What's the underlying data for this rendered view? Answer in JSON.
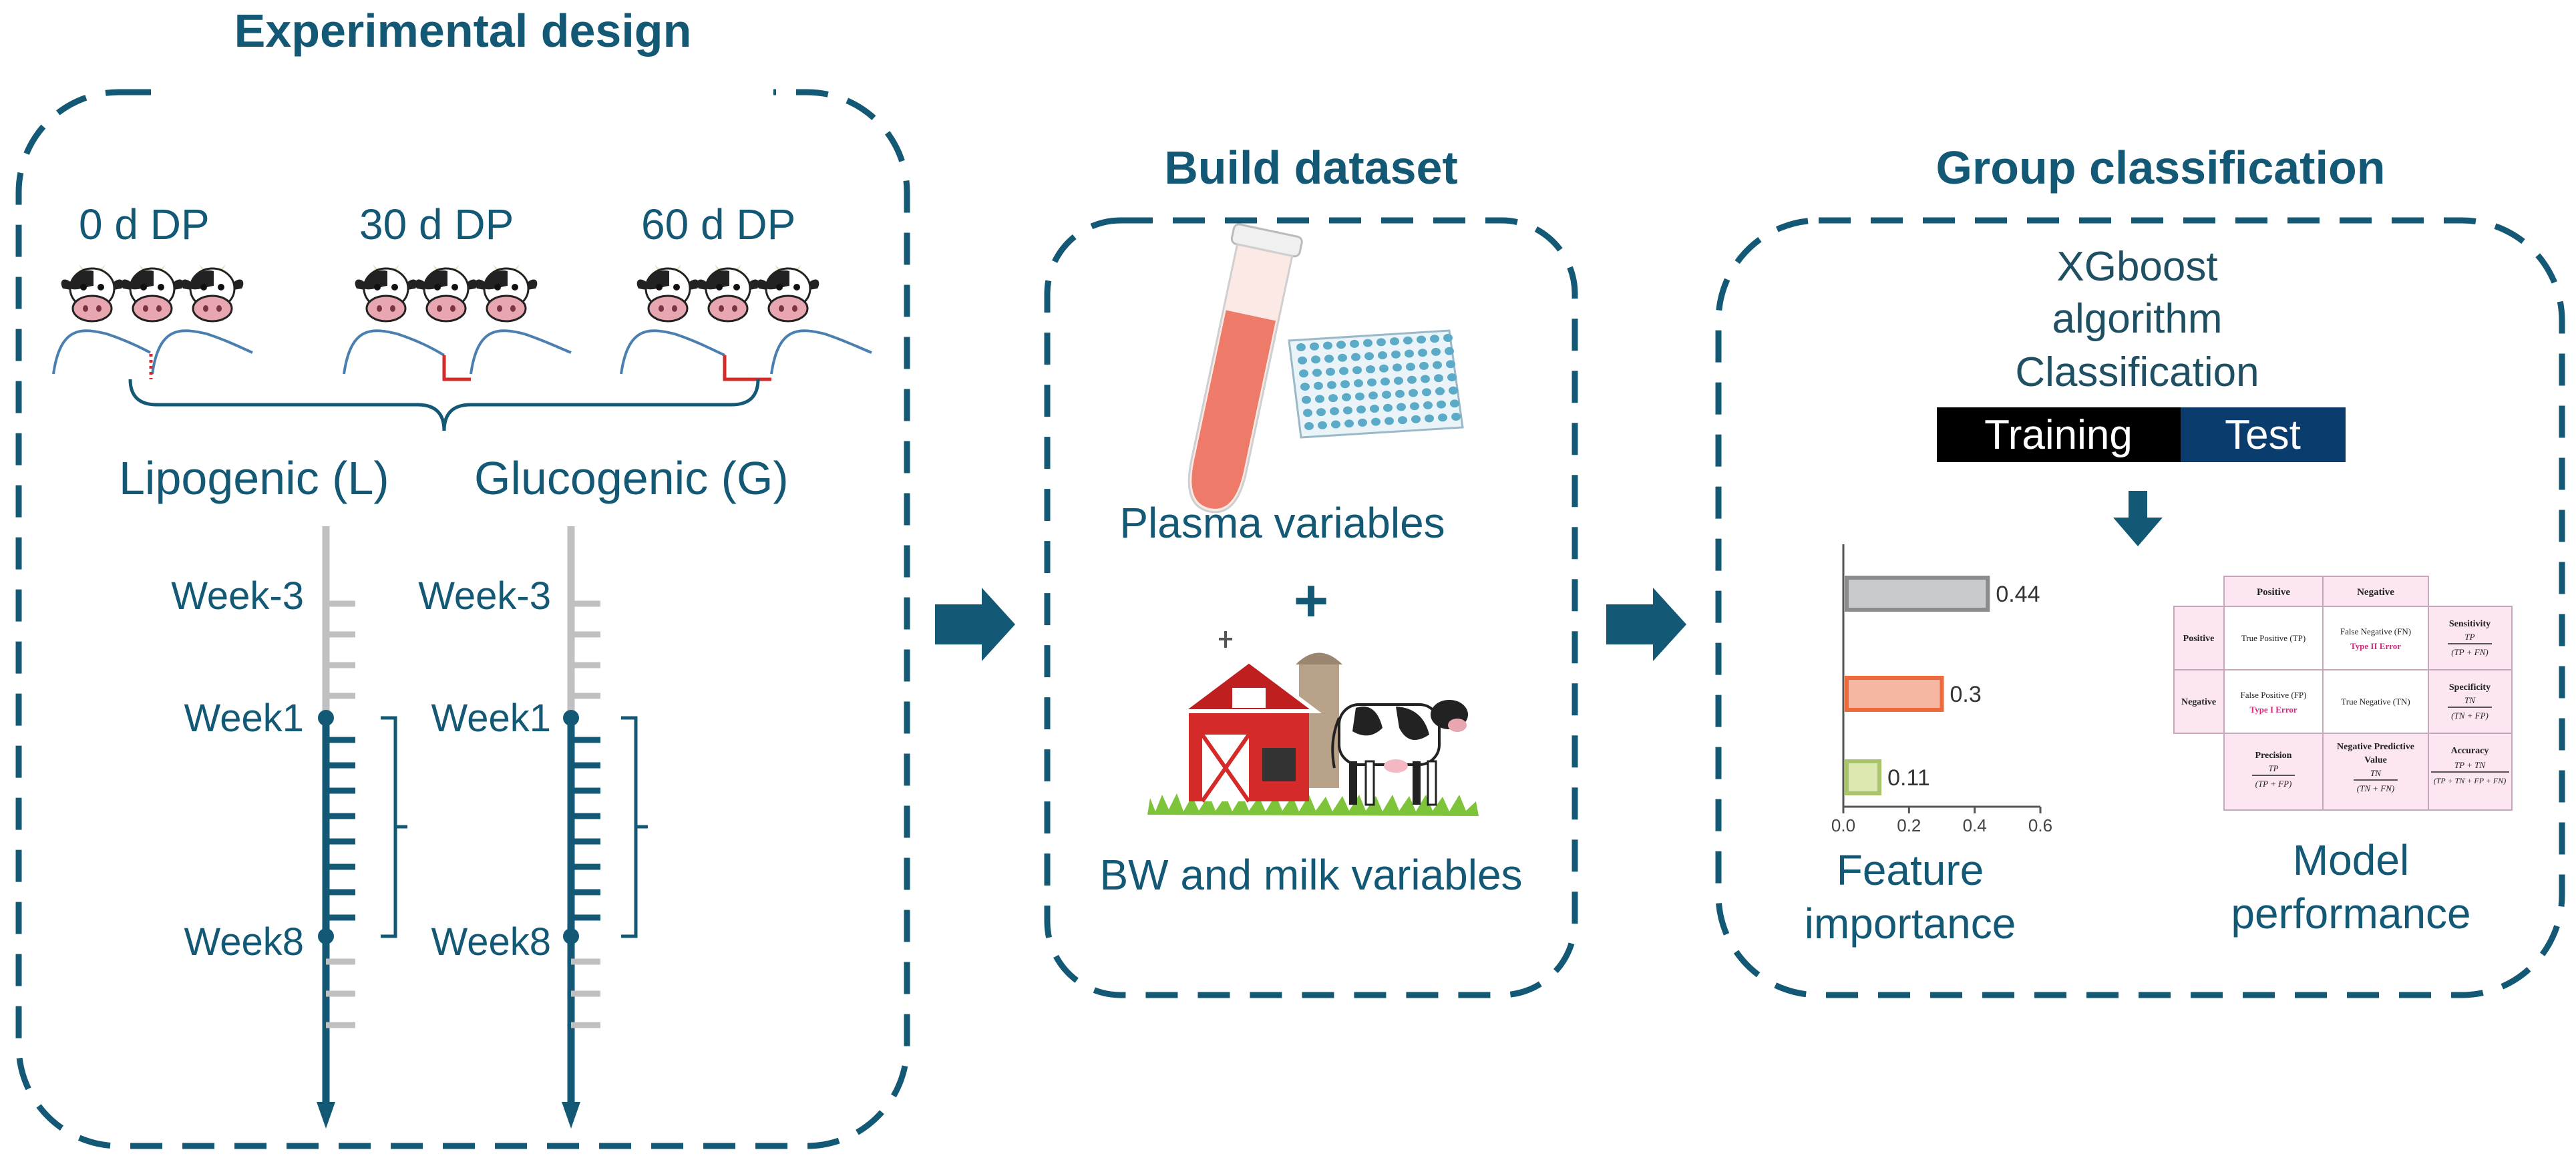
{
  "colors": {
    "primary": "#135874",
    "tick_gray": "#c0c0c0",
    "training_bg": "#000000",
    "test_bg": "#0a3d6e",
    "tube": "#ee7b6a",
    "bar1": "#c8cacc",
    "bar2": "#f5b7a2",
    "bar3": "#dbe8b0"
  },
  "panels": {
    "experimental": {
      "title": "Experimental design",
      "groups": [
        "0 d DP",
        "30 d DP",
        "60 d DP"
      ],
      "lipogenic": "Lipogenic (L)",
      "glucogenic": "Glucogenic (G)",
      "week_minus3": "Week-3",
      "week1": "Week1",
      "week8": "Week8"
    },
    "dataset": {
      "title": "Build dataset",
      "plasma": "Plasma variables",
      "plus": "+",
      "bw_milk": "BW and milk variables"
    },
    "classification": {
      "title": "Group classification",
      "algo_line1": "XGboost",
      "algo_line2": "algorithm",
      "algo_line3": "Classification",
      "training": "Training",
      "test": "Test",
      "feature_line1": "Feature",
      "feature_line2": "importance",
      "model_line1": "Model",
      "model_line2": "performance"
    }
  },
  "chart_data": {
    "type": "bar",
    "orientation": "horizontal",
    "values": [
      0.44,
      0.3,
      0.11
    ],
    "value_labels": [
      "0.44",
      "0.3",
      "0.11"
    ],
    "xlim": [
      0,
      0.6
    ],
    "x_ticks": [
      "0.0",
      "0.2",
      "0.4",
      "0.6"
    ]
  },
  "confusion_matrix": {
    "col_positive": "Positive",
    "col_negative": "Negative",
    "row_positive": "Positive",
    "row_negative": "Negative",
    "tp": "True Positive (TP)",
    "fn": "False Negative (FN)",
    "type2": "Type II Error",
    "fp": "False Positive (FP)",
    "type1": "Type I Error",
    "tn": "True Negative (TN)",
    "sensitivity": "Sensitivity",
    "sens_num": "TP",
    "sens_den": "(TP + FN)",
    "specificity": "Specificity",
    "spec_num": "TN",
    "spec_den": "(TN + FP)",
    "precision": "Precision",
    "prec_num": "TP",
    "prec_den": "(TP + FP)",
    "npv_line1": "Negative Predictive",
    "npv_line2": "Value",
    "npv_num": "TN",
    "npv_den": "(TN + FN)",
    "accuracy": "Accuracy",
    "acc_num": "TP + TN",
    "acc_den": "(TP + TN + FP + FN)"
  }
}
